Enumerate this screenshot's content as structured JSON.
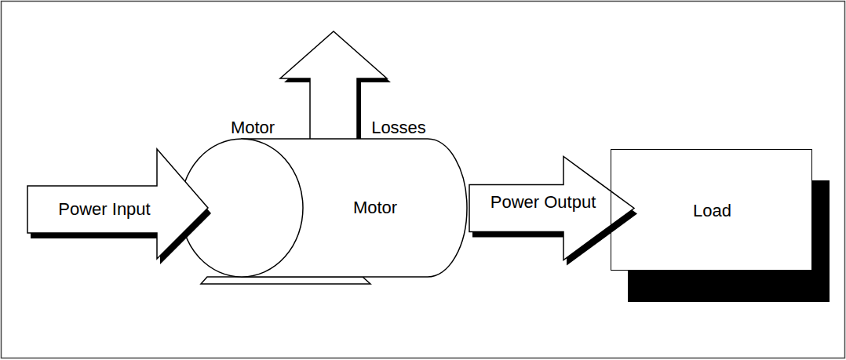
{
  "diagram": {
    "nodes": [
      {
        "text": [
          "Power Input"
        ]
      },
      {
        "text": [
          "Motor"
        ]
      },
      {
        "text": [
          "Load"
        ]
      }
    ],
    "edges": [
      {
        "from": 1,
        "to": 2,
        "label": "Power Output",
        "arrow": "to"
      }
    ],
    "labels": [
      "Motor",
      "Losses"
    ]
  }
}
